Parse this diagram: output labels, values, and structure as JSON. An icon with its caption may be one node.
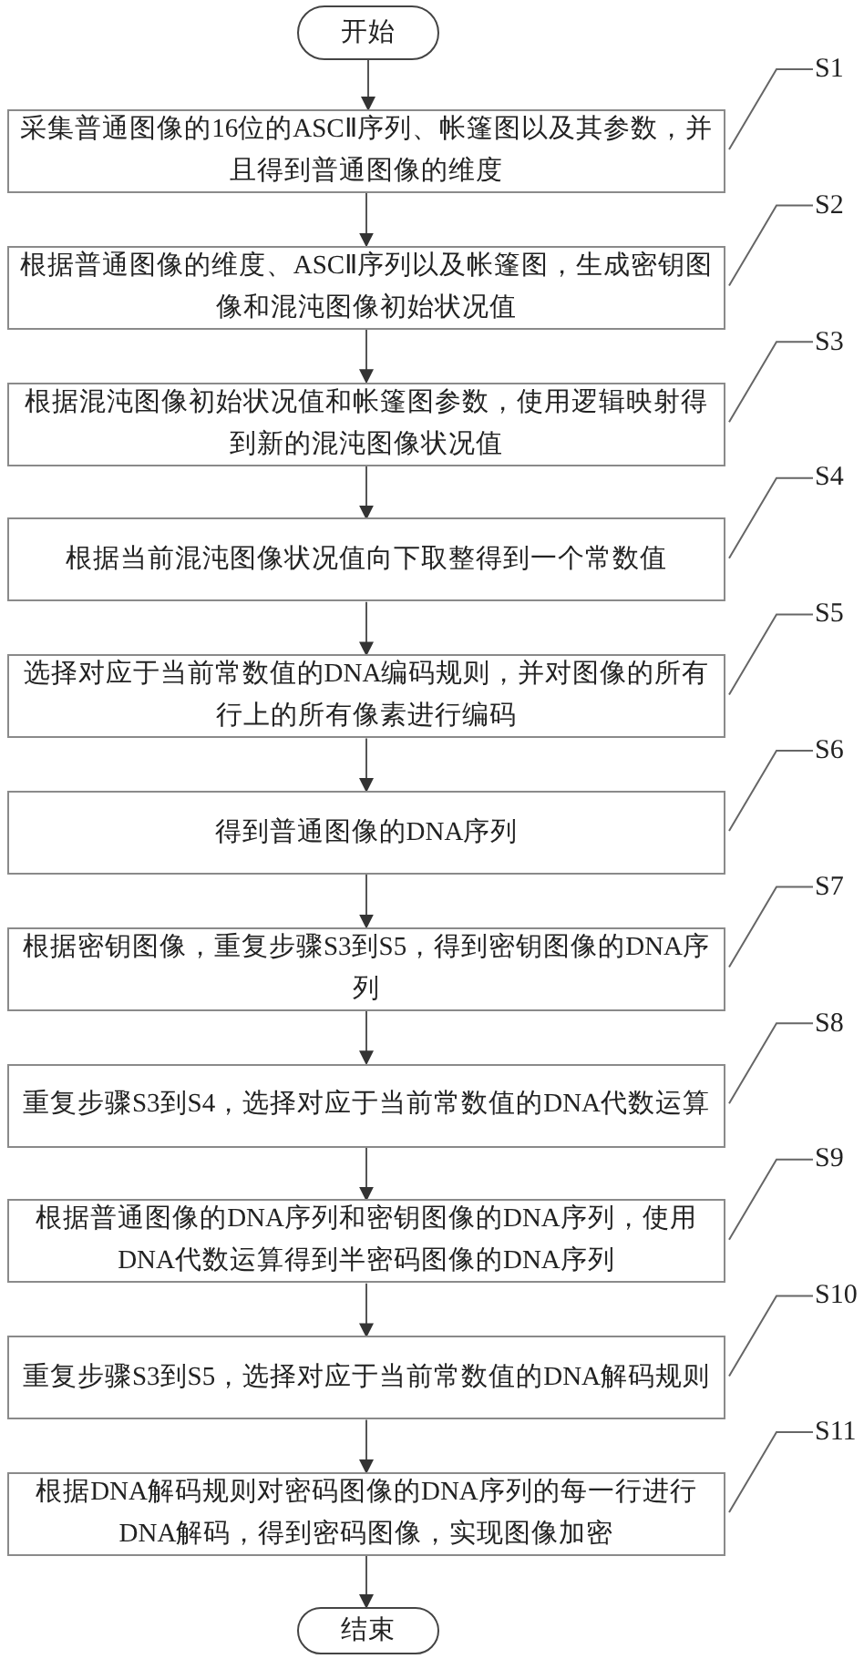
{
  "diagram": {
    "nodes": [
      {
        "text": [
          "开始"
        ]
      },
      {
        "text": [
          "采集普通图像的16位的ASCⅡ序列、帐篷图以及其参数，并且得到普通图像的维度"
        ]
      },
      {
        "text": [
          "根据普通图像的维度、ASCⅡ序列以及帐篷图，生成密钥图像和混沌图像初始状况值"
        ]
      },
      {
        "text": [
          "根据混沌图像初始状况值和帐篷图参数，使用逻辑映射得到新的混沌图像状况值"
        ]
      },
      {
        "text": [
          "根据当前混沌图像状况值向下取整得到一个常数值"
        ]
      },
      {
        "text": [
          "选择对应于当前常数值的DNA编码规则，并对图像的所有行上的所有像素进行编码"
        ]
      },
      {
        "text": [
          "得到普通图像的DNA序列"
        ]
      },
      {
        "text": [
          "根据密钥图像，重复步骤S3到S5，得到密钥图像的DNA序列"
        ]
      },
      {
        "text": [
          "重复步骤S3到S4，选择对应于当前常数值的DNA代数运算"
        ]
      },
      {
        "text": [
          "根据普通图像的DNA序列和密钥图像的DNA序列，使用DNA代数运算得到半密码图像的DNA序列"
        ]
      },
      {
        "text": [
          "重复步骤S3到S5，选择对应于当前常数值的DNA解码规则"
        ]
      },
      {
        "text": [
          "根据DNA解码规则对密码图像的DNA序列的每一行进行DNA解码，得到密码图像，实现图像加密"
        ]
      },
      {
        "text": [
          "结束"
        ]
      },
      {
        "text": [
          "S1"
        ]
      },
      {
        "text": [
          "S2"
        ]
      },
      {
        "text": [
          "S3"
        ]
      },
      {
        "text": [
          "S4"
        ]
      },
      {
        "text": [
          "S5"
        ]
      },
      {
        "text": [
          "S6"
        ]
      },
      {
        "text": [
          "S7"
        ]
      },
      {
        "text": [
          "S8"
        ]
      },
      {
        "text": [
          "S9"
        ]
      },
      {
        "text": [
          "S10"
        ]
      },
      {
        "text": [
          "S11"
        ]
      }
    ],
    "edges": [
      {
        "from": 0,
        "to": 1,
        "arrow": "to"
      },
      {
        "from": 1,
        "to": 2,
        "arrow": "to"
      },
      {
        "from": 2,
        "to": 3,
        "arrow": "to"
      },
      {
        "from": 3,
        "to": 4,
        "arrow": "to"
      },
      {
        "from": 4,
        "to": 5,
        "arrow": "to"
      },
      {
        "from": 5,
        "to": 6,
        "arrow": "to"
      },
      {
        "from": 6,
        "to": 7,
        "arrow": "to"
      },
      {
        "from": 7,
        "to": 8,
        "arrow": "to"
      },
      {
        "from": 8,
        "to": 9,
        "arrow": "to"
      },
      {
        "from": 9,
        "to": 10,
        "arrow": "to"
      },
      {
        "from": 10,
        "to": 11,
        "arrow": "to"
      },
      {
        "from": 11,
        "to": 12,
        "arrow": "to"
      },
      {
        "from": 13,
        "to": 1,
        "arrow": "none"
      },
      {
        "from": 14,
        "to": 2,
        "arrow": "none"
      },
      {
        "from": 15,
        "to": 3,
        "arrow": "none"
      },
      {
        "from": 16,
        "to": 4,
        "arrow": "none"
      },
      {
        "from": 17,
        "to": 5,
        "arrow": "none"
      },
      {
        "from": 18,
        "to": 6,
        "arrow": "none"
      },
      {
        "from": 19,
        "to": 7,
        "arrow": "none"
      },
      {
        "from": 20,
        "to": 8,
        "arrow": "none"
      },
      {
        "from": 21,
        "to": 9,
        "arrow": "none"
      },
      {
        "from": 22,
        "to": 10,
        "arrow": "none"
      },
      {
        "from": 23,
        "to": 11,
        "arrow": "none"
      }
    ]
  }
}
